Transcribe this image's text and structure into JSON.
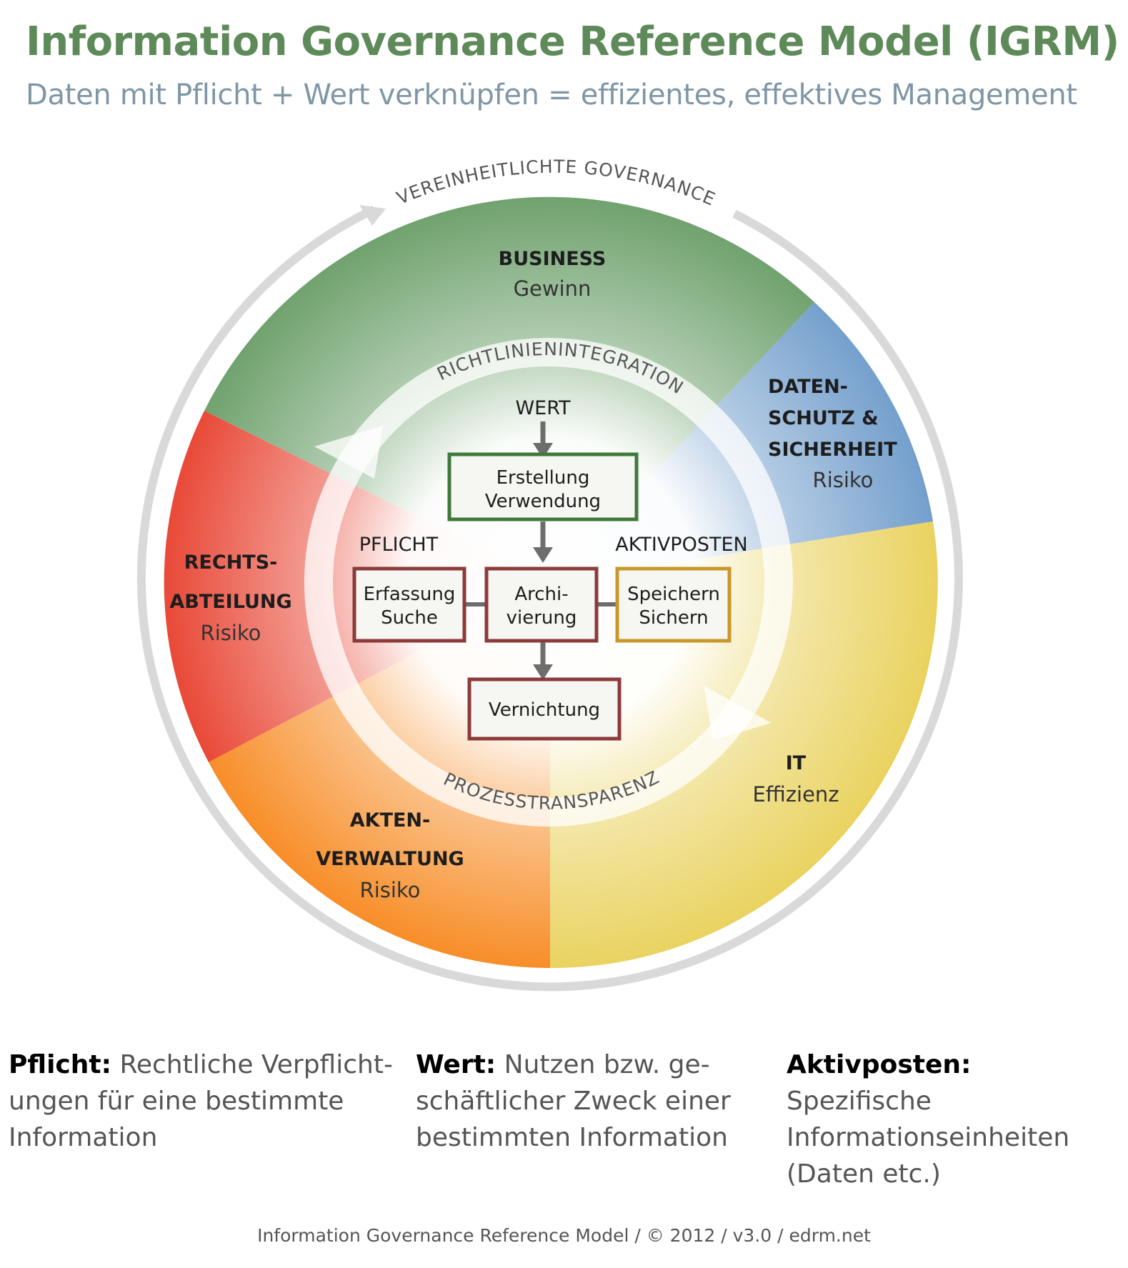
{
  "header": {
    "title": "Information Governance Reference Model (IGRM)",
    "subtitle": "Daten mit Pflicht + Wert verknüpfen = effizientes, effektives Management"
  },
  "ring": {
    "outer_label": "VEREINHEITLICHTE GOVERNANCE",
    "inner_top_label": "RICHTLINIENINTEGRATION",
    "inner_bottom_label": "PROZESSTRANSPARENZ"
  },
  "segments": {
    "business": {
      "title": "BUSINESS",
      "sub": "Gewinn",
      "color": "#6a9e68"
    },
    "datenschutz": {
      "title_line1": "DATEN-",
      "title_line2": "SCHUTZ &",
      "title_line3": "SICHERHEIT",
      "sub": "Risiko",
      "color": "#6f9ccb"
    },
    "it": {
      "title": "IT",
      "sub": "Effizienz",
      "color": "#e9d15a"
    },
    "akten": {
      "title_line1": "AKTEN-",
      "title_line2": "VERWALTUNG",
      "sub": "Risiko",
      "color": "#f7891f"
    },
    "rechts": {
      "title_line1": "RECHTS-",
      "title_line2": "ABTEILUNG",
      "sub": "Risiko",
      "color": "#e8412f"
    }
  },
  "center": {
    "wert": "WERT",
    "pflicht": "PFLICHT",
    "aktivposten": "AKTIVPOSTEN",
    "boxes": {
      "erstellung_line1": "Erstellung",
      "erstellung_line2": "Verwendung",
      "erfassung_line1": "Erfassung",
      "erfassung_line2": "Suche",
      "archivierung_line1": "Archi-",
      "archivierung_line2": "vierung",
      "speichern_line1": "Speichern",
      "speichern_line2": "Sichern",
      "vernichtung": "Vernichtung"
    },
    "colors": {
      "green_box": "#3f7a3a",
      "red_box": "#8c3a3a",
      "gold_box": "#c9982b",
      "arrow": "#6d6d6d"
    }
  },
  "legend": {
    "pflicht_term": "Pflicht:",
    "pflicht_desc": "Rechtliche Verpflicht-ungen für eine bestimmte Information",
    "wert_term": "Wert:",
    "wert_desc": "Nutzen bzw. ge-schäftlicher Zweck einer bestimmten Information",
    "aktiv_term": "Aktivposten:",
    "aktiv_desc": "Spezifische Informationseinheiten (Daten etc.)"
  },
  "footer": "Information Governance Reference Model / © 2012 / v3.0 / edrm.net"
}
